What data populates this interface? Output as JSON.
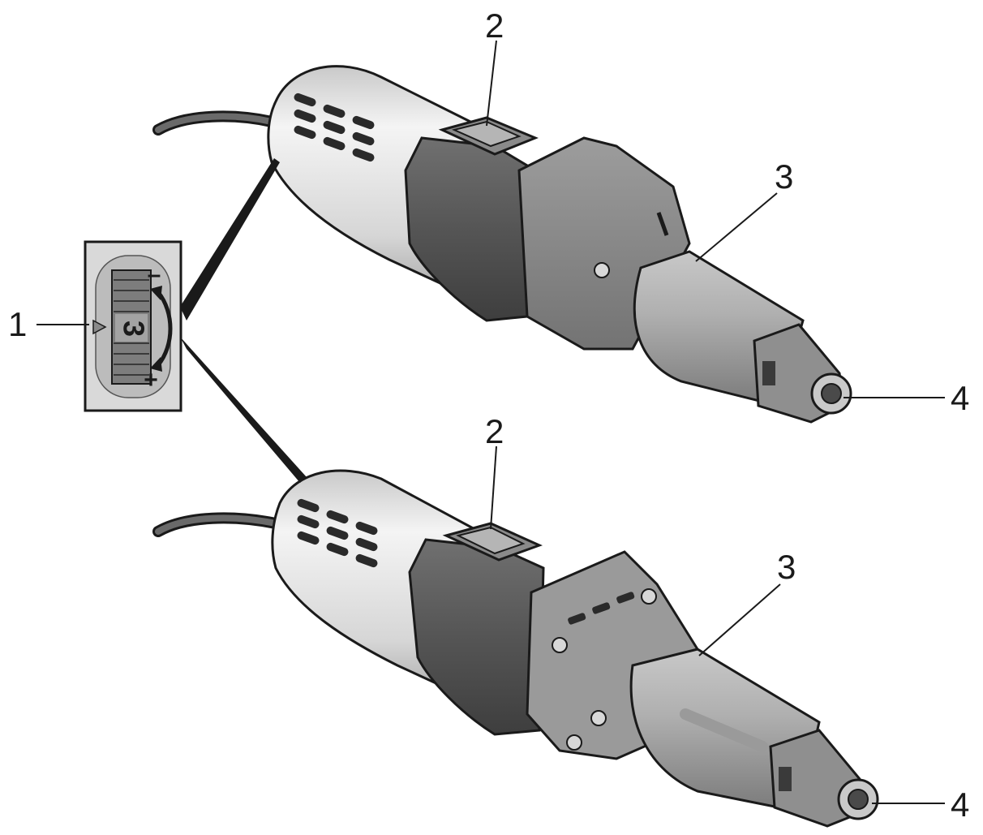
{
  "callouts": {
    "label_1": "1",
    "label_2_top": "2",
    "label_3_top": "3",
    "label_4_top": "4",
    "label_2_bottom": "2",
    "label_3_bottom": "3",
    "label_4_bottom": "4"
  },
  "dial": {
    "value": "3",
    "minus": "–",
    "plus": "+"
  },
  "colors": {
    "outline": "#1a1a1a",
    "body_light": "#e6e6e6",
    "body_mid": "#bdbdbd",
    "grip_dark": "#5f5f5f",
    "head_gray": "#8c8c8c",
    "spindle_gray": "#a9a9a9"
  }
}
